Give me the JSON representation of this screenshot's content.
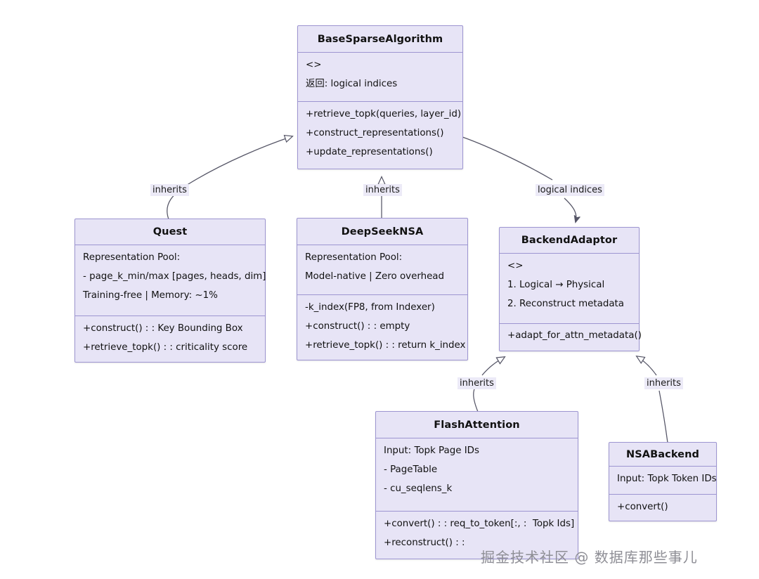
{
  "diagram": {
    "type": "uml-class-diagram",
    "background": "#ffffff",
    "box_fill": "#e7e4f6",
    "box_border": "#9d95d1",
    "edge_color": "#555566",
    "label_bg": "#eceaf7",
    "watermark": "掘金技术社区 @ 数据库那些事儿"
  },
  "classes": {
    "base": {
      "name": "BaseSparseAlgorithm",
      "attributes": [
        "<>",
        "返回: logical indices"
      ],
      "methods": [
        "+retrieve_topk(queries, layer_id)",
        "+construct_representations()",
        "+update_representations()"
      ]
    },
    "quest": {
      "name": "Quest",
      "attributes": [
        "Representation Pool:",
        "- page_k_min/max [pages, heads, dim]",
        "Training-free | Memory: ~1%"
      ],
      "methods": [
        "+construct() : : Key Bounding Box",
        "+retrieve_topk() : : criticality score"
      ]
    },
    "deepseeknsa": {
      "name": "DeepSeekNSA",
      "attributes": [
        "Representation Pool:",
        "Model-native | Zero overhead"
      ],
      "methods": [
        "-k_index(FP8, from Indexer)",
        "+construct() : : empty",
        "+retrieve_topk() : : return k_index"
      ]
    },
    "backendadaptor": {
      "name": "BackendAdaptor",
      "attributes": [
        "<>",
        "1. Logical → Physical",
        "2. Reconstruct metadata"
      ],
      "methods": [
        "+adapt_for_attn_metadata()"
      ]
    },
    "flashattention": {
      "name": "FlashAttention",
      "attributes": [
        "Input: Topk Page IDs",
        "- PageTable",
        "- cu_seqlens_k"
      ],
      "methods": [
        "+convert() : : req_to_token[:, :  Topk Ids]",
        "+reconstruct() : :"
      ]
    },
    "nsabackend": {
      "name": "NSABackend",
      "attributes": [
        "Input: Topk Token IDs"
      ],
      "methods": [
        "+convert()"
      ]
    }
  },
  "edges": [
    {
      "id": "quest-base",
      "from": "quest",
      "to": "base",
      "label": "inherits",
      "arrow": "generalization"
    },
    {
      "id": "nsa-base",
      "from": "deepseeknsa",
      "to": "base",
      "label": "inherits",
      "arrow": "generalization"
    },
    {
      "id": "base-adaptor",
      "from": "base",
      "to": "backendadaptor",
      "label": "logical indices",
      "arrow": "association"
    },
    {
      "id": "flash-adaptor",
      "from": "flashattention",
      "to": "backendadaptor",
      "label": "inherits",
      "arrow": "generalization"
    },
    {
      "id": "nsabackend-adaptor",
      "from": "nsabackend",
      "to": "backendadaptor",
      "label": "inherits",
      "arrow": "generalization"
    }
  ]
}
